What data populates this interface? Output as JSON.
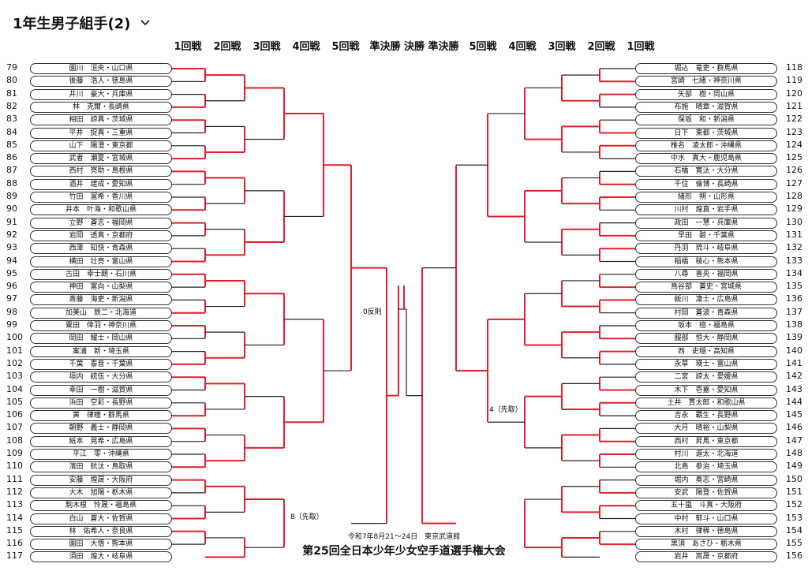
{
  "header": {
    "title": "1年生男子組手(2)"
  },
  "rounds": [
    "1回戦",
    "2回戦",
    "3回戦",
    "4回戦",
    "5回戦",
    "準決勝",
    "決勝",
    "準決勝",
    "5回戦",
    "4回戦",
    "3回戦",
    "2回戦",
    "1回戦"
  ],
  "colors": {
    "winner_line": "#e0202a",
    "line": "#222222"
  },
  "left_players": [
    {
      "n": "79",
      "name": "園川　洹央・山口県"
    },
    {
      "n": "80",
      "name": "後藤　浩人・徳島県"
    },
    {
      "n": "81",
      "name": "井川　豪大・兵庫県"
    },
    {
      "n": "82",
      "name": "林　克爾・長崎県"
    },
    {
      "n": "83",
      "name": "相田　諒真・茨城県"
    },
    {
      "n": "84",
      "name": "平井　捉真・三重県"
    },
    {
      "n": "85",
      "name": "山下　陽澄・東京都"
    },
    {
      "n": "86",
      "name": "武者　瀬夏・宮城県"
    },
    {
      "n": "87",
      "name": "西村　亮助・島根県"
    },
    {
      "n": "88",
      "name": "酒井　建成・愛知県"
    },
    {
      "n": "89",
      "name": "竹田　冨希・香川県"
    },
    {
      "n": "90",
      "name": "井本　叶海・和歌山県"
    },
    {
      "n": "91",
      "name": "立野　蒼志・福岡県"
    },
    {
      "n": "92",
      "name": "岩岡　透真・京都府"
    },
    {
      "n": "93",
      "name": "西澤　知快・青森県"
    },
    {
      "n": "94",
      "name": "横田　壮亮・富山県"
    },
    {
      "n": "95",
      "name": "古田　幸士朗・石川県"
    },
    {
      "n": "96",
      "name": "神田　富向・山梨県"
    },
    {
      "n": "97",
      "name": "斎藤　海吏・新潟県"
    },
    {
      "n": "98",
      "name": "加美山　鉄二・北海道"
    },
    {
      "n": "99",
      "name": "粟田　倖羽・神奈川県"
    },
    {
      "n": "100",
      "name": "岡田　耀士・岡山県"
    },
    {
      "n": "101",
      "name": "案浦　新・埼玉県"
    },
    {
      "n": "102",
      "name": "千葉　泰音・千葉県"
    },
    {
      "n": "103",
      "name": "垣内　統伍・大分県"
    },
    {
      "n": "104",
      "name": "幸田　一樹・滋賀県"
    },
    {
      "n": "105",
      "name": "浜田　空彩・長野県"
    },
    {
      "n": "106",
      "name": "黄　律瞳・群馬県"
    },
    {
      "n": "107",
      "name": "朝野　義士・静岡県"
    },
    {
      "n": "108",
      "name": "紙本　晃希・広島県"
    },
    {
      "n": "109",
      "name": "平江　零・沖縄県"
    },
    {
      "n": "110",
      "name": "濱田　航汰・鳥取県"
    },
    {
      "n": "111",
      "name": "安藤　煌晟・大阪府"
    },
    {
      "n": "112",
      "name": "大木　旭陽・栃木県"
    },
    {
      "n": "113",
      "name": "駒木根　怜晟・福島県"
    },
    {
      "n": "114",
      "name": "白山　蒼大・佐賀県"
    },
    {
      "n": "115",
      "name": "林　佑希人・奈良県"
    },
    {
      "n": "116",
      "name": "園田　大悟・熊本県"
    },
    {
      "n": "117",
      "name": "須田　煌大・岐阜県"
    }
  ],
  "right_players": [
    {
      "n": "118",
      "name": "堀込　竜吏・群馬県"
    },
    {
      "n": "119",
      "name": "宮崎　七緒・神奈川県"
    },
    {
      "n": "120",
      "name": "矢部　樹・岡山県"
    },
    {
      "n": "121",
      "name": "布施　晴章・滋賀県"
    },
    {
      "n": "122",
      "name": "保坂　和・新潟県"
    },
    {
      "n": "123",
      "name": "日下　東都・茨城県"
    },
    {
      "n": "124",
      "name": "椎名　凌太郎・沖縄県"
    },
    {
      "n": "125",
      "name": "中水　真大・鹿児島県"
    },
    {
      "n": "126",
      "name": "石橋　寛汰・大分県"
    },
    {
      "n": "127",
      "name": "千住　倫博・長崎県"
    },
    {
      "n": "128",
      "name": "緒形　朔・山形県"
    },
    {
      "n": "129",
      "name": "川村　煌直・岩手県"
    },
    {
      "n": "130",
      "name": "政田　一慧・兵庫県"
    },
    {
      "n": "131",
      "name": "早田　碧・千葉県"
    },
    {
      "n": "132",
      "name": "丹羽　琉斗・岐阜県"
    },
    {
      "n": "133",
      "name": "稲橋　稜心・熊本県"
    },
    {
      "n": "134",
      "name": "八尋　喜央・福岡県"
    },
    {
      "n": "135",
      "name": "鳥谷部　蒼史・宮城県"
    },
    {
      "n": "136",
      "name": "飯川　凜士・広島県"
    },
    {
      "n": "137",
      "name": "村岡　蒼波・青森県"
    },
    {
      "n": "138",
      "name": "坂本　檍・福島県"
    },
    {
      "n": "139",
      "name": "服部　恒大・静岡県"
    },
    {
      "n": "140",
      "name": "西　史穏・高知県"
    },
    {
      "n": "141",
      "name": "永草　瑛士・富山県"
    },
    {
      "n": "142",
      "name": "二宮　諒太・愛媛県"
    },
    {
      "n": "143",
      "name": "木下　壱嘉・愛知県"
    },
    {
      "n": "144",
      "name": "土井　貫太郎・和歌山県"
    },
    {
      "n": "145",
      "name": "吉永　覇生・長野県"
    },
    {
      "n": "146",
      "name": "大月　晴裕・山梨県"
    },
    {
      "n": "147",
      "name": "西村　昇馬・東京都"
    },
    {
      "n": "148",
      "name": "村川　遥太・北海道"
    },
    {
      "n": "149",
      "name": "北島　参治・埼玉県"
    },
    {
      "n": "150",
      "name": "堀内　奏志・宮崎県"
    },
    {
      "n": "151",
      "name": "安武　陽登・佐賀県"
    },
    {
      "n": "152",
      "name": "五十嵐　斗真・大阪府"
    },
    {
      "n": "153",
      "name": "中村　郁斗・山口県"
    },
    {
      "n": "154",
      "name": "木村　律稀・徳島県"
    },
    {
      "n": "155",
      "name": "黒須　あさひ・栃木県"
    },
    {
      "n": "156",
      "name": "岩井　嵩晟・京都府"
    }
  ],
  "notes": [
    {
      "text": "0反則"
    },
    {
      "text": "4（先取）"
    },
    {
      "text": "8（先取）"
    }
  ],
  "footer": {
    "date_venue": "令和7年8月21〜24日　東京武道館",
    "tournament": "第25回全日本少年少女空手道選手権大会"
  }
}
